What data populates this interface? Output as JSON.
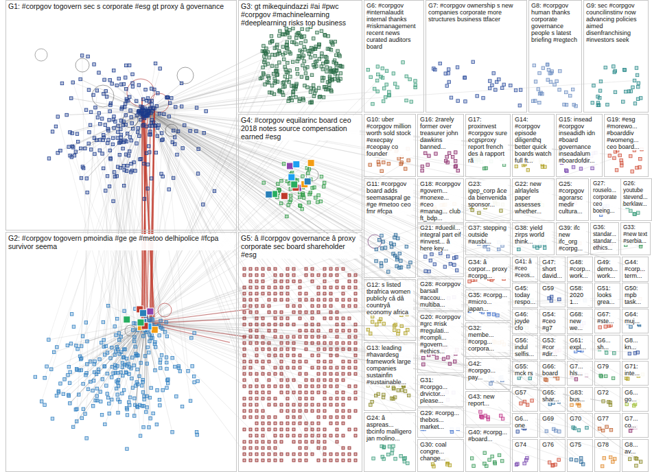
{
  "diagram": {
    "nodes": [
      {
        "text": [
          "G1: #corpgov togovern sec s corporate #esg gt proxy â governance"
        ]
      },
      {
        "text": [
          "G2: #corpgov togovern pmoindia #ge ge #metoo delhipolice #fcpa survivor seema"
        ]
      },
      {
        "text": [
          "G3: gt mikequindazzi #ai #pwc #corpgov #machinelearning #deeplearning risks top business"
        ]
      },
      {
        "text": [
          "G4: #corpgov equilarinc board ceo 2018 notes source compensation earned #esg"
        ]
      },
      {
        "text": [
          "G5: â #corpgov governance â proxy corporate sec board shareholder #esg"
        ]
      },
      {
        "text": [
          "G6: #corpgov #internalaudit internal thanks #riskmanagement recent news curated auditors board"
        ]
      },
      {
        "text": [
          "G7: #corpgov ownership s new companies corporate more structures business ttfacer"
        ]
      },
      {
        "text": [
          "G8: #corpgov human thanks corporate governance people s latest briefing #regtech"
        ]
      },
      {
        "text": [
          "G9: sec #corpgov councilinstinv now advancing policies aimed disenfranchising #investors seek"
        ]
      },
      {
        "text": [
          "G10: uber #corpgov million worth sold stock #execpay #ceopay co founder"
        ]
      },
      {
        "text": [
          "G16: 2rarely former over treasurer john dawkins banned..."
        ]
      },
      {
        "text": [
          "G17: proxinvest #corpgov sure ecgsproxy report french des à rapport rã"
        ]
      },
      {
        "text": [
          "G14: #corpgov episode diligenthq better quick boards watch full ft..."
        ]
      },
      {
        "text": [
          "G15: insead #corpgov inseadidh idn #board governance inseadalum #boardofdir..."
        ]
      },
      {
        "text": [
          "G19: #esg #morewo... #boarddiv #womeng... ceo board..."
        ]
      },
      {
        "text": [
          "G11: #corpgov board adds seemasapral ge #ge #metoo ceo fmr #fcpa"
        ]
      },
      {
        "text": [
          "G18: #corpgov #govern... #nonexe... #ceo #manag... club ft_bdp..."
        ]
      },
      {
        "text": [
          "G23: igep_corp âce da bienvenida sponsor..."
        ]
      },
      {
        "text": [
          "G22: new alrlaylels paper assesses whether..."
        ]
      },
      {
        "text": [
          "G25: #corpgov agorarsc medir cultura..."
        ]
      },
      {
        "text": [
          "G27: rouselo... corporate ceo boeing..."
        ]
      },
      {
        "text": [
          "G26: youtube stevend... berklaw..."
        ]
      },
      {
        "text": [
          "G21: #duedil... integral part eif #invest... â here key..."
        ]
      },
      {
        "text": [
          "G37: stepping outside #ausbi..."
        ]
      },
      {
        "text": [
          "G38: yield zirps world think..."
        ]
      },
      {
        "text": [
          "G39: ifc new ifc_org #corpg..."
        ]
      },
      {
        "text": [
          "G36: standar... standar... ethics..."
        ]
      },
      {
        "text": [
          "G33: #new text #serbia..."
        ]
      },
      {
        "text": [
          "G12: s listed tbrafrica women publicly câ dâ countryâ economy africa"
        ]
      },
      {
        "text": [
          "G28: #corpgov barsall #accou... multiba..."
        ]
      },
      {
        "text": [
          "G34: â corpor... proxy #corpg..."
        ]
      },
      {
        "text": [
          "G41: â #ceo #ceos..."
        ]
      },
      {
        "text": [
          "G47: short david..."
        ]
      },
      {
        "text": [
          "G48: #corp... work..."
        ]
      },
      {
        "text": [
          "G49: demo... work..."
        ]
      },
      {
        "text": [
          "G44: #corp... term..."
        ]
      },
      {
        "text": [
          "G35: #corpg... #micro... japan..."
        ]
      },
      {
        "text": [
          "G45: today respo..."
        ]
      },
      {
        "text": [
          "G59"
        ]
      },
      {
        "text": [
          "G58: 2020 1..."
        ]
      },
      {
        "text": [
          "G51: looks grea..."
        ]
      },
      {
        "text": [
          "G50: mpb task..."
        ]
      },
      {
        "text": [
          "G20: #corpgov #grc #risk #regulati... #compli... #govern... #ethics..."
        ]
      },
      {
        "text": [
          "G46: joyde cfo"
        ]
      },
      {
        "text": [
          "G54: #ceo #g7"
        ]
      },
      {
        "text": [
          "G68: new we..."
        ]
      },
      {
        "text": [
          "G67: #ste..."
        ]
      },
      {
        "text": [
          "G64: muj..."
        ]
      },
      {
        "text": [
          "G32: membe... #corpg... corpora..."
        ]
      },
      {
        "text": [
          "G13: leading #havardesg framework large companies sustainfin #sustainable..."
        ]
      },
      {
        "text": [
          "G56: indul selfis..."
        ]
      },
      {
        "text": [
          "G53: #cor #dir..."
        ]
      },
      {
        "text": [
          "G61: expl..."
        ]
      },
      {
        "text": [
          "G6... sh..."
        ]
      },
      {
        "text": [
          "G8... kn..."
        ]
      },
      {
        "text": [
          "G42: #corpgo... pay..."
        ]
      },
      {
        "text": [
          "G55: mck rs"
        ]
      },
      {
        "text": [
          "G66: board"
        ]
      },
      {
        "text": [
          "G7... hls..."
        ]
      },
      {
        "text": [
          "G79"
        ]
      },
      {
        "text": [
          "G71: inte..."
        ]
      },
      {
        "text": [
          "G31: #corpgo... drvictor... please..."
        ]
      },
      {
        "text": [
          "G57"
        ]
      },
      {
        "text": [
          "G65: shar..."
        ]
      },
      {
        "text": [
          "G83: bus..."
        ]
      },
      {
        "text": [
          "G72"
        ]
      },
      {
        "text": [
          "G6... go..."
        ]
      },
      {
        "text": [
          "G43: new report..."
        ]
      },
      {
        "text": [
          "G29: #corpg... thebos... market..."
        ]
      },
      {
        "text": [
          "G24: â aspreas... tbcinfo malligero jan molino..."
        ]
      },
      {
        "text": [
          "G6... one"
        ]
      },
      {
        "text": [
          "G69"
        ]
      },
      {
        "text": [
          "G70"
        ]
      },
      {
        "text": [
          "G77"
        ]
      },
      {
        "text": [
          "G7... co..."
        ]
      },
      {
        "text": [
          "G40: #corpg... #board..."
        ]
      },
      {
        "text": [
          "G30: coal congre... change..."
        ]
      },
      {
        "text": [
          "G74"
        ]
      },
      {
        "text": [
          "G76"
        ]
      },
      {
        "text": [
          "G75"
        ]
      },
      {
        "text": [
          "G78"
        ]
      },
      {
        "text": [
          "G8... av..."
        ]
      }
    ]
  }
}
